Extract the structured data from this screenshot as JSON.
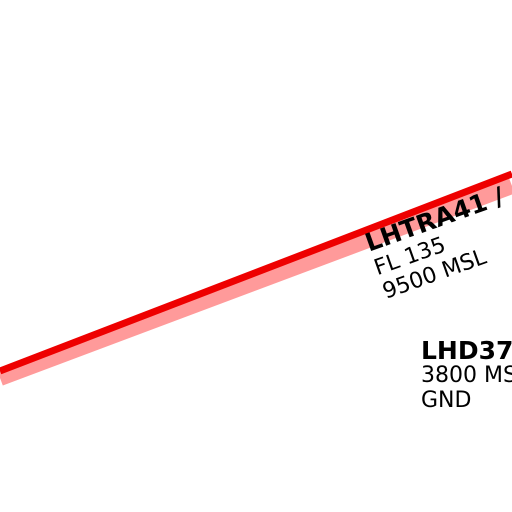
{
  "map": {
    "colors": {
      "boundary_line": "#ee0000",
      "boundary_halo": "#ff9a9a",
      "label_text": "#000000",
      "background": "#ffffff"
    },
    "airspaces": [
      {
        "name": "LHTRA41 /",
        "upper": "FL 135",
        "lower": "9500 MSL"
      },
      {
        "name": "LHD37",
        "upper": "3800 MS",
        "lower": "GND"
      }
    ]
  }
}
